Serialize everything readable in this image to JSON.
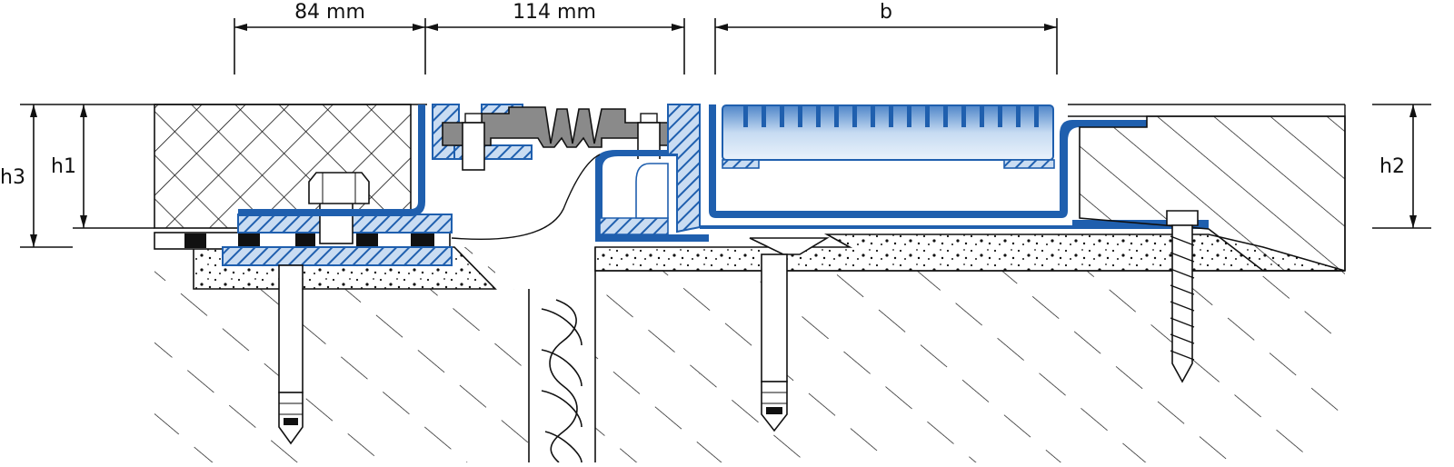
{
  "dimensions": {
    "width_left": "84 mm",
    "width_mid": "114 mm",
    "width_b": "b",
    "height_h1": "h1",
    "height_h2": "h2",
    "height_h3": "h3"
  },
  "colors": {
    "profile_blue": "#1f5fae",
    "profile_light": "#c9dcf2",
    "rubber_gray": "#8a8a8a",
    "concrete": "#ffffff",
    "line": "#111111"
  }
}
